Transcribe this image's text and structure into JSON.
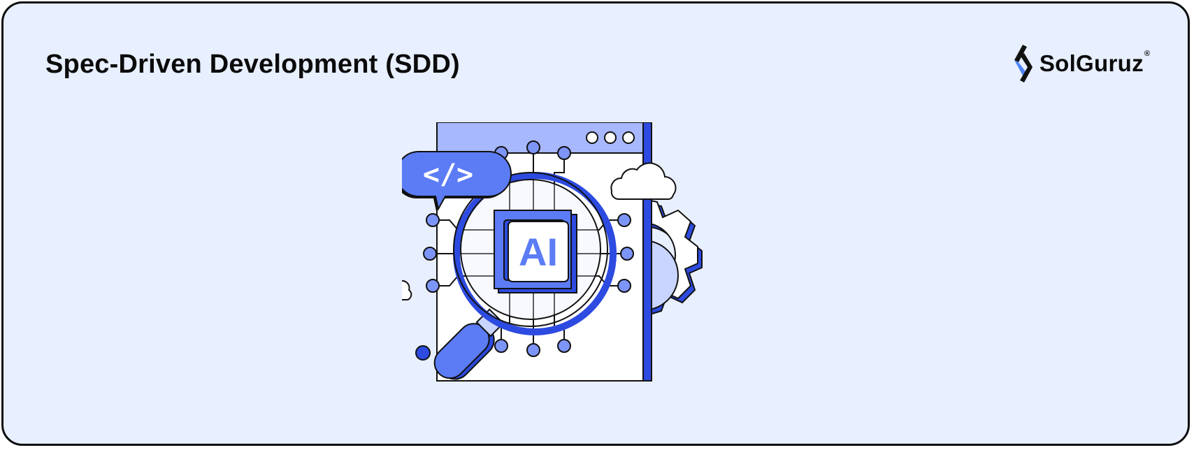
{
  "title": "Spec-Driven Development (SDD)",
  "brand": {
    "name": "SolGuruz",
    "registered_mark": "®",
    "icon": "solguruz-logo-icon"
  },
  "illustration": {
    "chip_label": "AI",
    "code_bubble_label": "</>",
    "icons": [
      "browser-window-icon",
      "code-tag-bubble-icon",
      "magnifying-glass-icon",
      "ai-chip-icon",
      "gear-icon",
      "cloud-icon"
    ]
  },
  "colors": {
    "background": "#e8efff",
    "border": "#0d0d0d",
    "primary_blue": "#5b7cf5",
    "dark_blue": "#2d4be0",
    "light_blue": "#aabcff",
    "pale_blue": "#c9d4ff"
  }
}
